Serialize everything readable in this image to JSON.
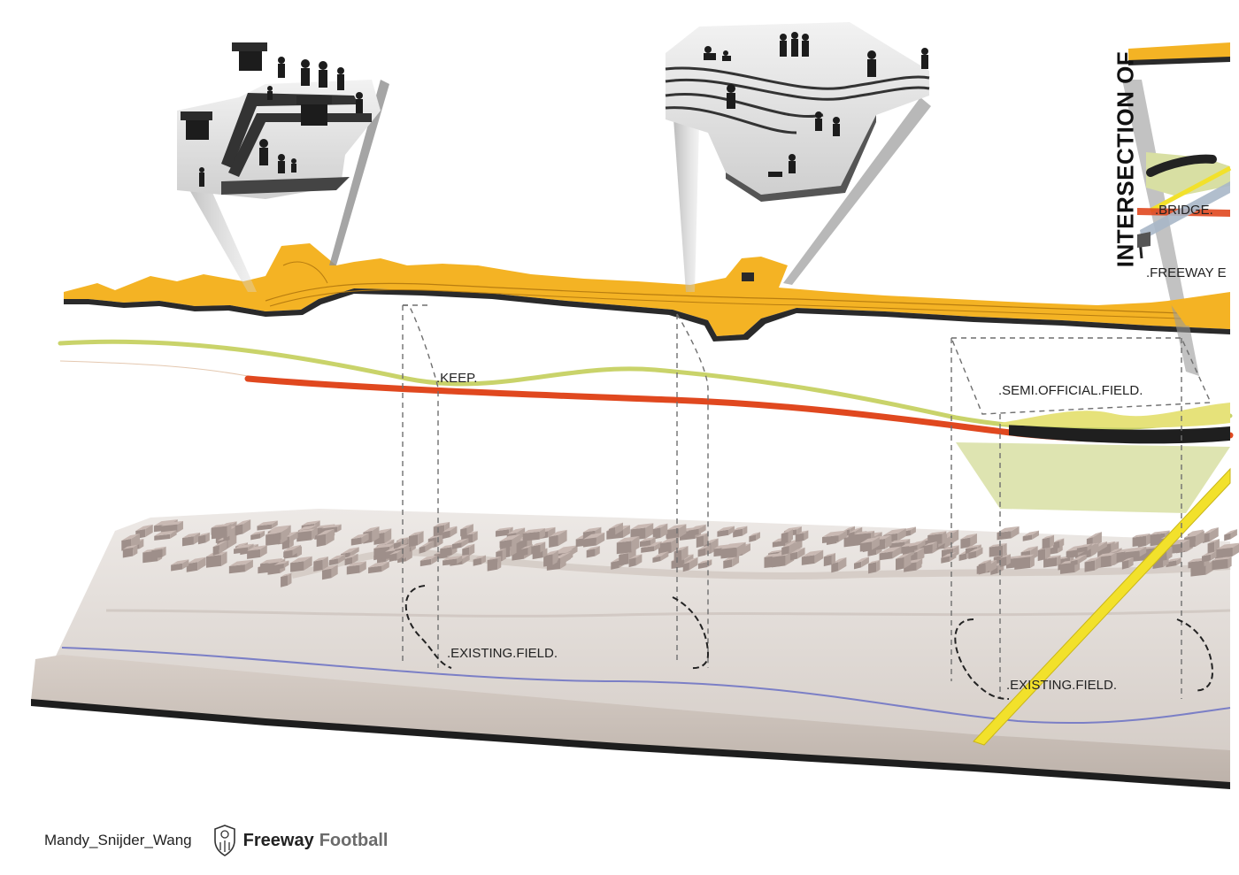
{
  "labels": {
    "keep": ".KEEP.",
    "semi_official_field": ".SEMI.OFFICIAL.FIELD.",
    "existing_field_left": ".EXISTING.FIELD.",
    "existing_field_right": ".EXISTING.FIELD.",
    "bridge": ".BRIDGE.",
    "freeway": ".FREEWAY E"
  },
  "side_title": "INTERSECTION OF",
  "footer": {
    "author": "Mandy_Snijder_Wang",
    "brand_primary": "Freeway",
    "brand_secondary": "Football"
  },
  "icons": {
    "logo": "shield-football-icon"
  },
  "colors": {
    "path_yellow": "#f4b324",
    "curve_green": "#c9d36a",
    "curve_red": "#e0481f",
    "ground": "#d9d2cc",
    "field_green": "#d8dfa3",
    "bridge_yellow": "#f2e12b"
  }
}
